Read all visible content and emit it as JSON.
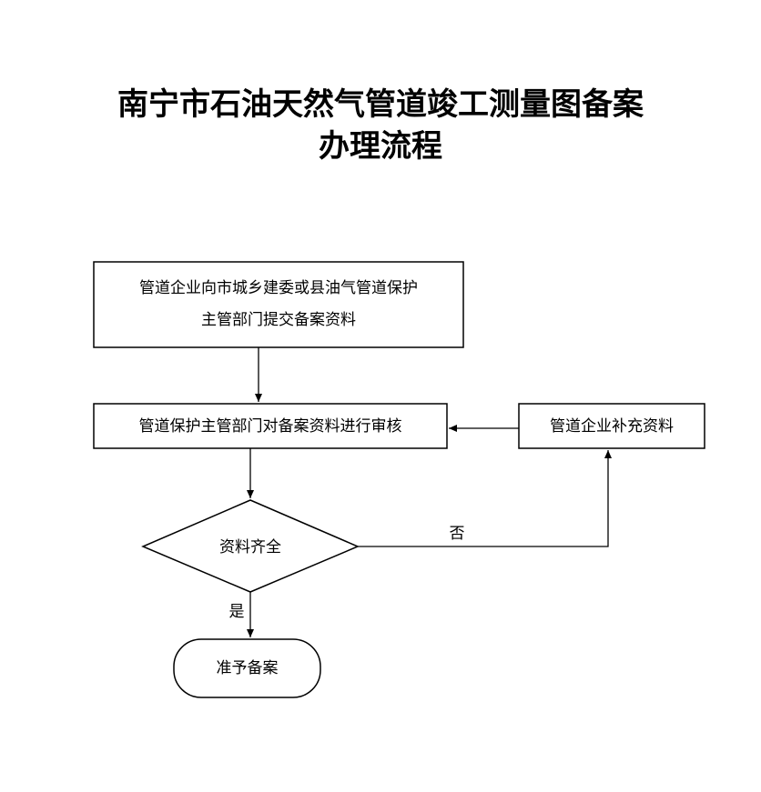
{
  "title": {
    "line1": "南宁市石油天然气管道竣工测量图备案",
    "line2": "办理流程"
  },
  "nodes": {
    "submit": {
      "line1": "管道企业向市城乡建委或县油气管道保护",
      "line2": "主管部门提交备案资料"
    },
    "review": "管道保护主管部门对备案资料进行审核",
    "supplement": "管道企业补充资料",
    "decision": "资料齐全",
    "approve": "准予备案"
  },
  "edges": {
    "no_label": "否",
    "yes_label": "是"
  }
}
